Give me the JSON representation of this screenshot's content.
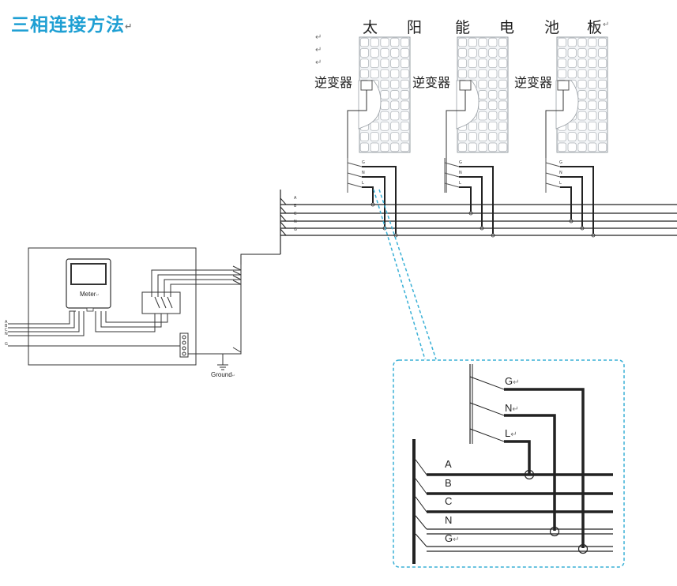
{
  "title": "三相连接方法",
  "panels_title_chars": [
    "太",
    "阳",
    "能",
    "电",
    "池",
    "板"
  ],
  "inverter_label": "逆变器",
  "inverter_terminals": [
    "G",
    "N",
    "L"
  ],
  "bus_labels_small": [
    "A",
    "B",
    "C",
    "N",
    "G"
  ],
  "meter_label": "Meter",
  "ground_label": "Ground",
  "detail": {
    "terminals": [
      "G",
      "N",
      "L"
    ],
    "bus_labels": [
      "A",
      "B",
      "C",
      "N",
      "G"
    ]
  },
  "colors": {
    "title": "#1e9fd3",
    "callout": "#3ab0d6",
    "wire": "#222222"
  }
}
